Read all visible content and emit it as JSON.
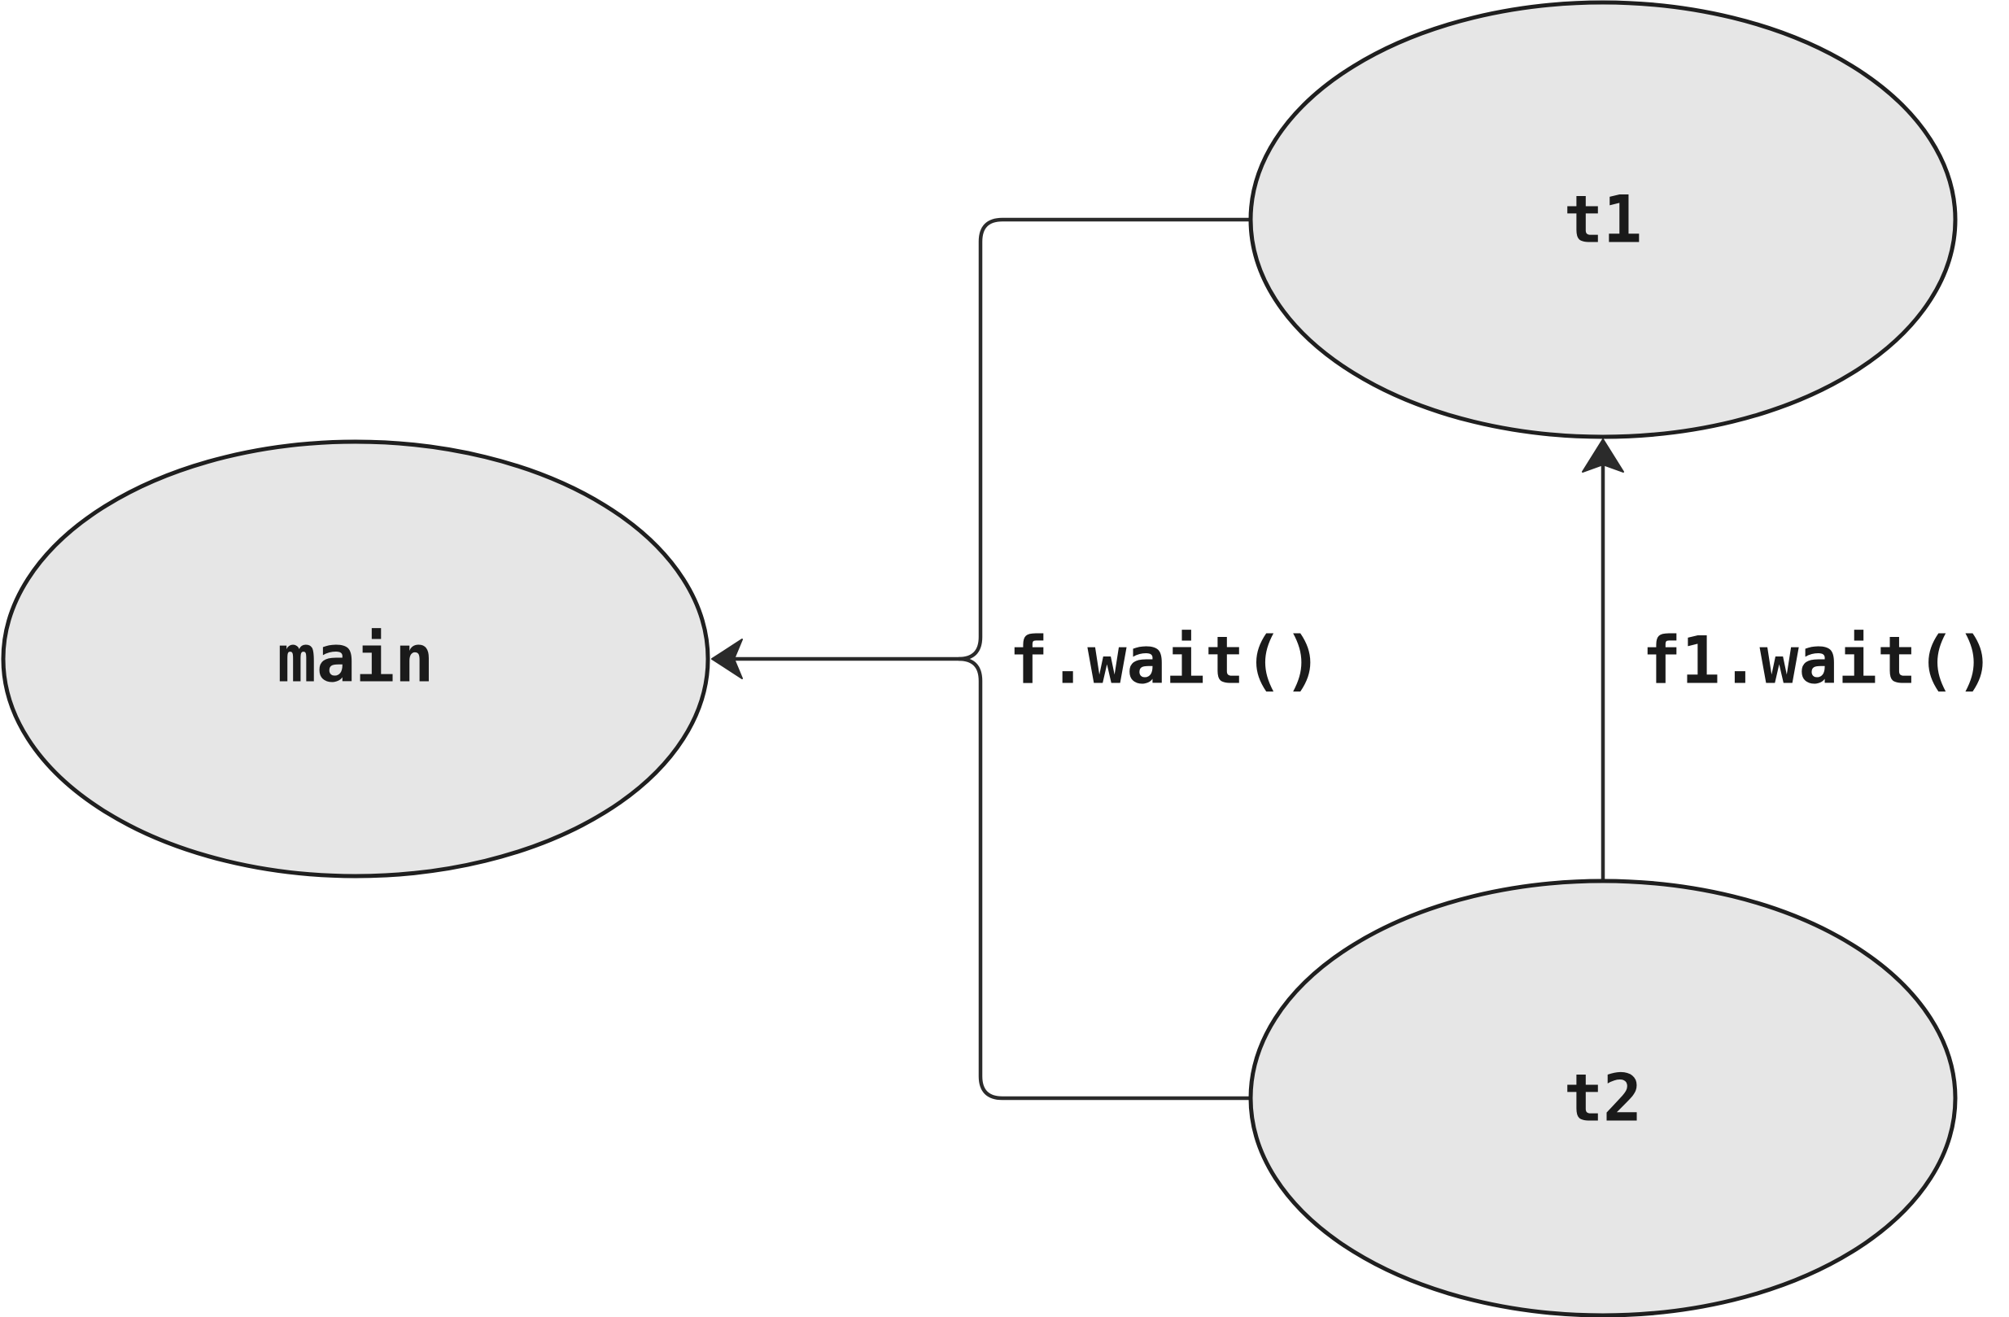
{
  "diagram": {
    "nodes": {
      "main": {
        "label": "main"
      },
      "t1": {
        "label": "t1"
      },
      "t2": {
        "label": "t2"
      }
    },
    "edges": {
      "to_main": {
        "label": "f.wait()"
      },
      "t2_to_t1": {
        "label": "f1.wait()"
      }
    },
    "colors": {
      "node_fill": "#e6e6e6",
      "stroke": "#1f1f1f"
    }
  }
}
